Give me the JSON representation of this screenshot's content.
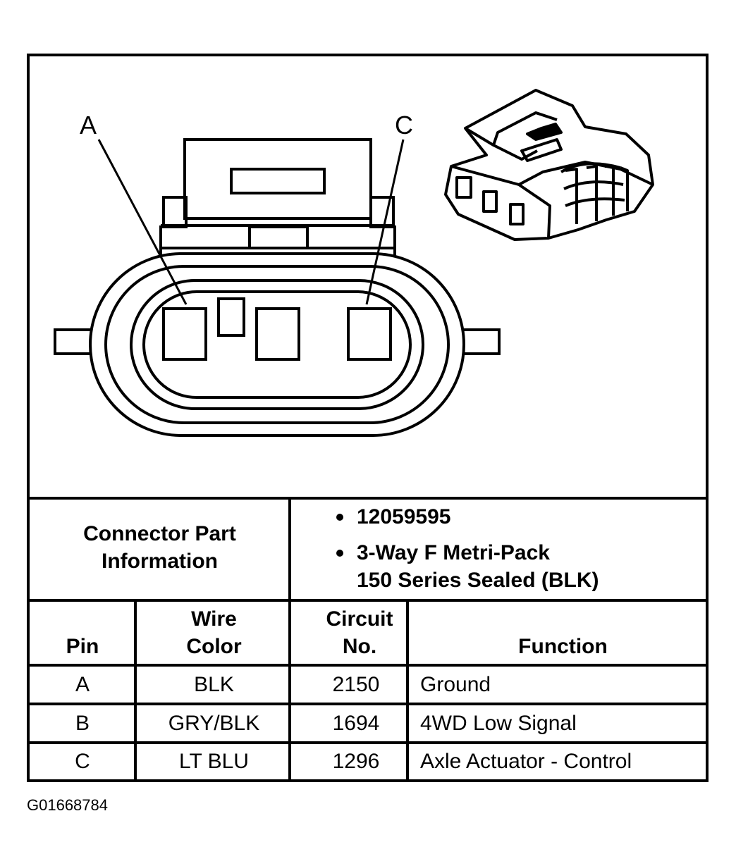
{
  "diagram": {
    "callouts": [
      "A",
      "C"
    ]
  },
  "part_info": {
    "label_line1": "Connector Part",
    "label_line2": "Information",
    "bullets": [
      "12059595",
      "3-Way F Metri-Pack",
      "150 Series Sealed (BLK)"
    ]
  },
  "table": {
    "headers": {
      "pin": "Pin",
      "wire_color_1": "Wire",
      "wire_color_2": "Color",
      "circuit_1": "Circuit",
      "circuit_2": "No.",
      "function": "Function"
    },
    "rows": [
      {
        "pin": "A",
        "wire_color": "BLK",
        "circuit": "2150",
        "function": "Ground"
      },
      {
        "pin": "B",
        "wire_color": "GRY/BLK",
        "circuit": "1694",
        "function": "4WD Low Signal"
      },
      {
        "pin": "C",
        "wire_color": "LT BLU",
        "circuit": "1296",
        "function": "Axle Actuator - Control"
      }
    ]
  },
  "figure_id": "G01668784",
  "colors": {
    "ink": "#000000",
    "paper": "#ffffff"
  }
}
